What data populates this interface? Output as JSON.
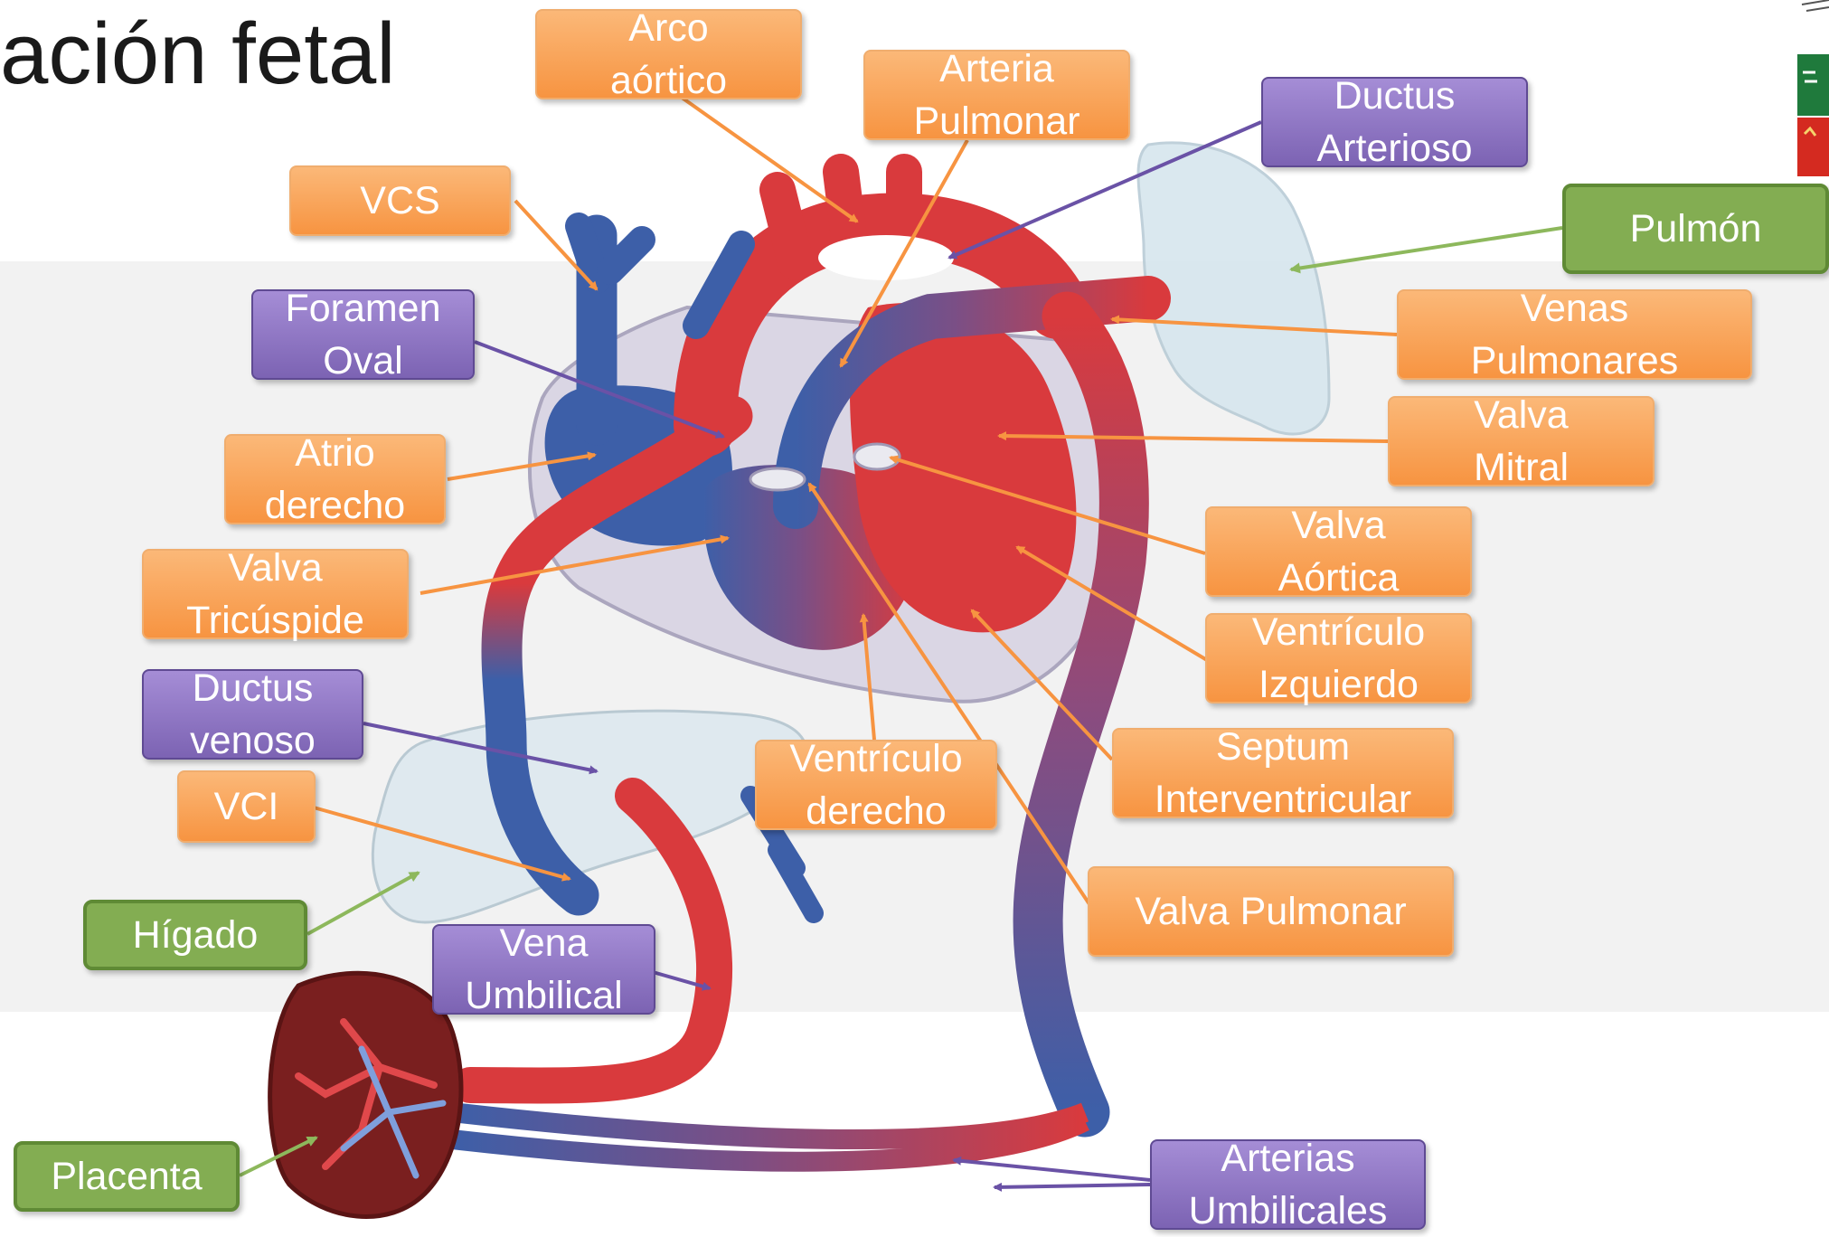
{
  "title": "ación fetal",
  "labels": {
    "arco_aortico": "Arco\naórtico",
    "arteria_pulmonar": "Arteria\nPulmonar",
    "ductus_arterioso": "Ductus\nArterioso",
    "vcs": "VCS",
    "pulmon": "Pulmón",
    "foramen_oval": "Foramen\nOval",
    "venas_pulmonares": "Venas\nPulmonares",
    "valva_mitral": "Valva\nMitral",
    "atrio_derecho": "Atrio\nderecho",
    "valva_aortica": "Valva\nAórtica",
    "valva_tricuspide": "Valva\nTricúspide",
    "ventriculo_izquierdo": "Ventrículo\nIzquierdo",
    "ductus_venoso": "Ductus\nvenoso",
    "septum": "Septum\nInterventricular",
    "ventriculo_derecho": "Ventrículo\nderecho",
    "vci": "VCI",
    "valva_pulmonar": "Valva Pulmonar",
    "higado": "Hígado",
    "vena_umbilical": "Vena\nUmbilical",
    "placenta": "Placenta",
    "arterias_umbilicales": "Arterias\nUmbilicales"
  },
  "colors": {
    "structure_label": "#f79441",
    "shunt_label": "#7c63b3",
    "organ_label": "#83ad52",
    "oxygenated_blood": "#d93a3d",
    "deoxygenated_blood": "#3d5fa8"
  }
}
